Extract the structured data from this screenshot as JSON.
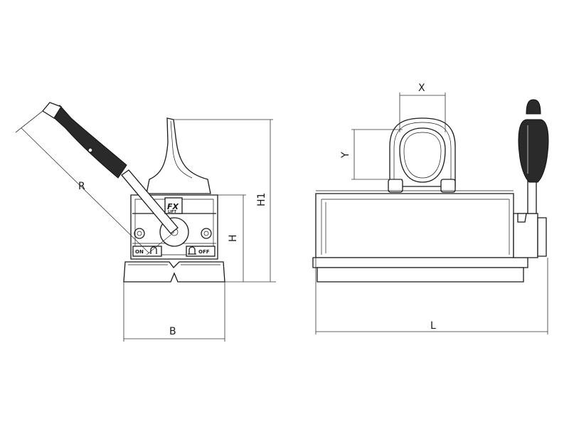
{
  "labels": {
    "r": "R",
    "b": "B",
    "h": "H",
    "h1": "H1",
    "x": "X",
    "y": "Y",
    "l": "L",
    "on": "ON",
    "off": "OFF",
    "logo": "FX",
    "logo_sub": "LIFT"
  },
  "colors": {
    "line": "#1a1a1a",
    "grip": "#2a2a2a",
    "background": "#ffffff"
  }
}
